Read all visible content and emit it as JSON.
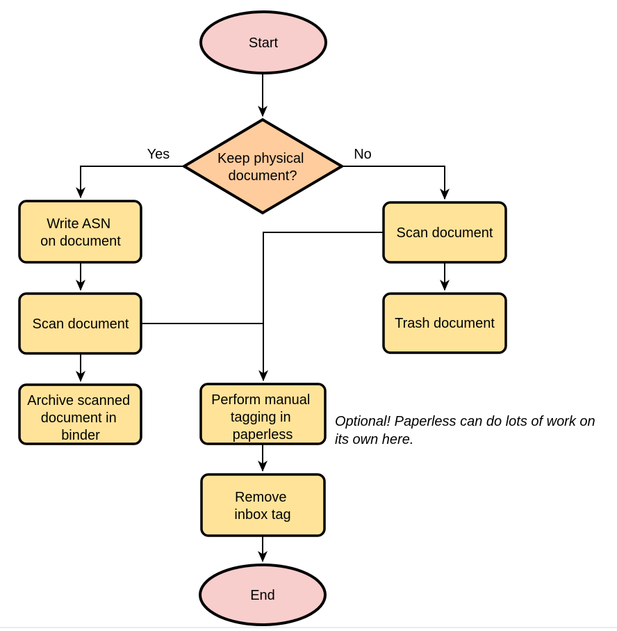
{
  "colors": {
    "terminal_fill": "#f8cecc",
    "decision_fill": "#ffcc9e",
    "process_fill": "#ffe399",
    "stroke": "#000000"
  },
  "nodes": {
    "start": {
      "label": "Start"
    },
    "decision": {
      "lines": [
        "Keep physical",
        "document?"
      ]
    },
    "write_asn": {
      "lines": [
        "Write ASN",
        "on document"
      ]
    },
    "scan_left": {
      "label": "Scan document"
    },
    "archive": {
      "lines": [
        "Archive scanned",
        "document in",
        "binder"
      ]
    },
    "scan_right": {
      "label": "Scan document"
    },
    "trash": {
      "label": "Trash document"
    },
    "tagging": {
      "lines": [
        "Perform manual",
        "tagging in",
        "paperless"
      ]
    },
    "remove_inbox": {
      "lines": [
        "Remove",
        "inbox tag"
      ]
    },
    "end": {
      "label": "End"
    }
  },
  "edge_labels": {
    "yes": "Yes",
    "no": "No"
  },
  "note": {
    "lines": [
      "Optional! Paperless can do lots of work on",
      "its own here."
    ]
  }
}
